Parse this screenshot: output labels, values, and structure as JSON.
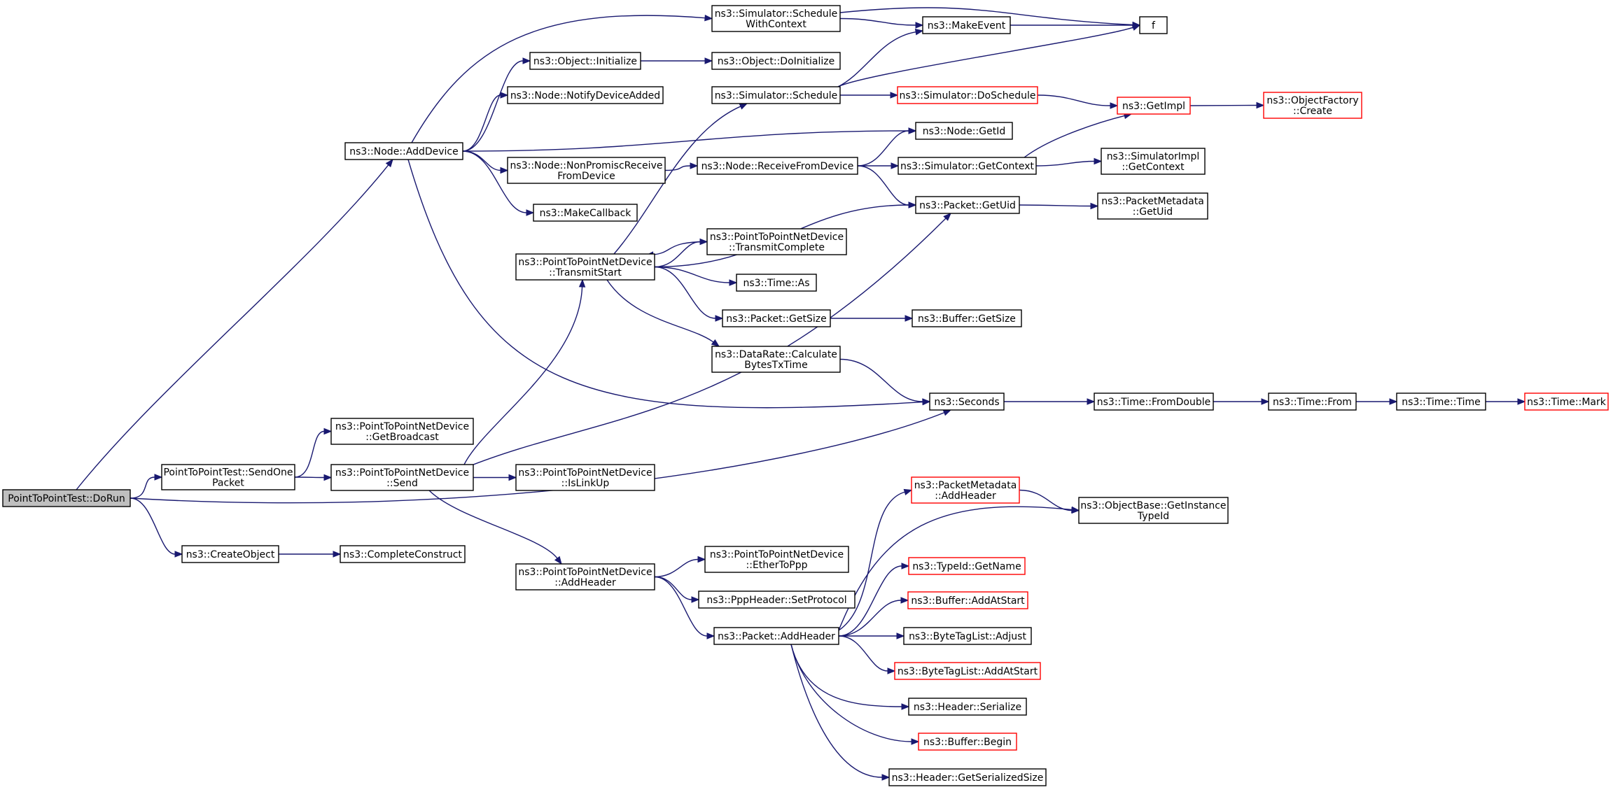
{
  "colors": {
    "edge": "#191970",
    "node_border": "#000000",
    "node_border_truncated": "#ff0000",
    "root_fill": "#bfbfbf",
    "background": "#ffffff"
  },
  "nodes": [
    {
      "id": "dorun",
      "lines": [
        "PointToPointTest::DoRun"
      ],
      "style": "root"
    },
    {
      "id": "adddevice",
      "lines": [
        "ns3::Node::AddDevice"
      ],
      "style": "normal"
    },
    {
      "id": "sendonepacket",
      "lines": [
        "PointToPointTest::SendOne",
        "Packet"
      ],
      "style": "normal"
    },
    {
      "id": "createobject",
      "lines": [
        "ns3::CreateObject"
      ],
      "style": "normal"
    },
    {
      "id": "seconds",
      "lines": [
        "ns3::Seconds"
      ],
      "style": "normal"
    },
    {
      "id": "schedwithctx",
      "lines": [
        "ns3::Simulator::Schedule",
        "WithContext"
      ],
      "style": "normal"
    },
    {
      "id": "objinit",
      "lines": [
        "ns3::Object::Initialize"
      ],
      "style": "normal"
    },
    {
      "id": "notifydeviceadded",
      "lines": [
        "ns3::Node::NotifyDeviceAdded"
      ],
      "style": "normal"
    },
    {
      "id": "nodegetid",
      "lines": [
        "ns3::Node::GetId"
      ],
      "style": "normal"
    },
    {
      "id": "nonpromisc",
      "lines": [
        "ns3::Node::NonPromiscReceive",
        "FromDevice"
      ],
      "style": "normal"
    },
    {
      "id": "makecallback",
      "lines": [
        "ns3::MakeCallback"
      ],
      "style": "normal"
    },
    {
      "id": "getbroadcast",
      "lines": [
        "ns3::PointToPointNetDevice",
        "::GetBroadcast"
      ],
      "style": "normal"
    },
    {
      "id": "p2psend",
      "lines": [
        "ns3::PointToPointNetDevice",
        "::Send"
      ],
      "style": "normal"
    },
    {
      "id": "completeconstruct",
      "lines": [
        "ns3::CompleteConstruct"
      ],
      "style": "normal"
    },
    {
      "id": "makeevent",
      "lines": [
        "ns3::MakeEvent"
      ],
      "style": "normal"
    },
    {
      "id": "f",
      "lines": [
        "f"
      ],
      "style": "normal"
    },
    {
      "id": "objdoinit",
      "lines": [
        "ns3::Object::DoInitialize"
      ],
      "style": "normal"
    },
    {
      "id": "receivefromdevice",
      "lines": [
        "ns3::Node::ReceiveFromDevice"
      ],
      "style": "normal"
    },
    {
      "id": "transmitstart",
      "lines": [
        "ns3::PointToPointNetDevice",
        "::TransmitStart"
      ],
      "style": "normal"
    },
    {
      "id": "packetgetuid",
      "lines": [
        "ns3::Packet::GetUid"
      ],
      "style": "normal"
    },
    {
      "id": "islinkup",
      "lines": [
        "ns3::PointToPointNetDevice",
        "::IsLinkUp"
      ],
      "style": "normal"
    },
    {
      "id": "p2paddheader",
      "lines": [
        "ns3::PointToPointNetDevice",
        "::AddHeader"
      ],
      "style": "normal"
    },
    {
      "id": "simschedule",
      "lines": [
        "ns3::Simulator::Schedule"
      ],
      "style": "normal"
    },
    {
      "id": "simgetcontext",
      "lines": [
        "ns3::Simulator::GetContext"
      ],
      "style": "normal"
    },
    {
      "id": "transmitcomplete",
      "lines": [
        "ns3::PointToPointNetDevice",
        "::TransmitComplete"
      ],
      "style": "normal"
    },
    {
      "id": "timeas",
      "lines": [
        "ns3::Time::As"
      ],
      "style": "normal"
    },
    {
      "id": "packetgetsize",
      "lines": [
        "ns3::Packet::GetSize"
      ],
      "style": "normal"
    },
    {
      "id": "calcbytestx",
      "lines": [
        "ns3::DataRate::Calculate",
        "BytesTxTime"
      ],
      "style": "normal"
    },
    {
      "id": "ethertoppp",
      "lines": [
        "ns3::PointToPointNetDevice",
        "::EtherToPpp"
      ],
      "style": "normal"
    },
    {
      "id": "setprotocol",
      "lines": [
        "ns3::PppHeader::SetProtocol"
      ],
      "style": "normal"
    },
    {
      "id": "packetaddheader",
      "lines": [
        "ns3::Packet::AddHeader"
      ],
      "style": "normal"
    },
    {
      "id": "doschedule",
      "lines": [
        "ns3::Simulator::DoSchedule"
      ],
      "style": "truncated"
    },
    {
      "id": "getimpl",
      "lines": [
        "ns3::GetImpl"
      ],
      "style": "truncated"
    },
    {
      "id": "objfactorycreate",
      "lines": [
        "ns3::ObjectFactory",
        "::Create"
      ],
      "style": "truncated"
    },
    {
      "id": "simimplgetcontext",
      "lines": [
        "ns3::SimulatorImpl",
        "::GetContext"
      ],
      "style": "normal"
    },
    {
      "id": "pmgetuid",
      "lines": [
        "ns3::PacketMetadata",
        "::GetUid"
      ],
      "style": "normal"
    },
    {
      "id": "buffergetsize",
      "lines": [
        "ns3::Buffer::GetSize"
      ],
      "style": "normal"
    },
    {
      "id": "fromdouble",
      "lines": [
        "ns3::Time::FromDouble"
      ],
      "style": "normal"
    },
    {
      "id": "timefrom",
      "lines": [
        "ns3::Time::From"
      ],
      "style": "normal"
    },
    {
      "id": "timetime",
      "lines": [
        "ns3::Time::Time"
      ],
      "style": "normal"
    },
    {
      "id": "timemark",
      "lines": [
        "ns3::Time::Mark"
      ],
      "style": "truncated"
    },
    {
      "id": "pmaddheader",
      "lines": [
        "ns3::PacketMetadata",
        "::AddHeader"
      ],
      "style": "truncated"
    },
    {
      "id": "getinstancetypeid",
      "lines": [
        "ns3::ObjectBase::GetInstance",
        "TypeId"
      ],
      "style": "normal"
    },
    {
      "id": "typeidgetname",
      "lines": [
        "ns3::TypeId::GetName"
      ],
      "style": "truncated"
    },
    {
      "id": "bufferaddatstart",
      "lines": [
        "ns3::Buffer::AddAtStart"
      ],
      "style": "truncated"
    },
    {
      "id": "btladjust",
      "lines": [
        "ns3::ByteTagList::Adjust"
      ],
      "style": "normal"
    },
    {
      "id": "btladdatstart",
      "lines": [
        "ns3::ByteTagList::AddAtStart"
      ],
      "style": "truncated"
    },
    {
      "id": "headerserialize",
      "lines": [
        "ns3::Header::Serialize"
      ],
      "style": "normal"
    },
    {
      "id": "bufferbegin",
      "lines": [
        "ns3::Buffer::Begin"
      ],
      "style": "truncated"
    },
    {
      "id": "headergetsersize",
      "lines": [
        "ns3::Header::GetSerializedSize"
      ],
      "style": "normal"
    }
  ],
  "edges": [
    [
      "dorun",
      "adddevice"
    ],
    [
      "dorun",
      "sendonepacket"
    ],
    [
      "dorun",
      "createobject"
    ],
    [
      "dorun",
      "seconds"
    ],
    [
      "adddevice",
      "schedwithctx"
    ],
    [
      "adddevice",
      "objinit"
    ],
    [
      "adddevice",
      "notifydeviceadded"
    ],
    [
      "adddevice",
      "nodegetid"
    ],
    [
      "adddevice",
      "nonpromisc"
    ],
    [
      "adddevice",
      "makecallback"
    ],
    [
      "adddevice",
      "seconds"
    ],
    [
      "sendonepacket",
      "getbroadcast"
    ],
    [
      "sendonepacket",
      "p2psend"
    ],
    [
      "createobject",
      "completeconstruct"
    ],
    [
      "schedwithctx",
      "makeevent"
    ],
    [
      "schedwithctx",
      "f"
    ],
    [
      "objinit",
      "objdoinit"
    ],
    [
      "nonpromisc",
      "receivefromdevice"
    ],
    [
      "p2psend",
      "transmitstart"
    ],
    [
      "p2psend",
      "packetgetuid"
    ],
    [
      "p2psend",
      "islinkup"
    ],
    [
      "p2psend",
      "p2paddheader"
    ],
    [
      "makeevent",
      "f"
    ],
    [
      "receivefromdevice",
      "nodegetid"
    ],
    [
      "receivefromdevice",
      "simgetcontext"
    ],
    [
      "receivefromdevice",
      "packetgetuid"
    ],
    [
      "transmitstart",
      "simschedule"
    ],
    [
      "transmitstart",
      "packetgetuid"
    ],
    [
      "transmitstart",
      "transmitcomplete"
    ],
    [
      "transmitstart",
      "timeas"
    ],
    [
      "transmitstart",
      "packetgetsize"
    ],
    [
      "transmitstart",
      "calcbytestx"
    ],
    [
      "transmitcomplete",
      "transmitstart"
    ],
    [
      "p2paddheader",
      "ethertoppp"
    ],
    [
      "p2paddheader",
      "setprotocol"
    ],
    [
      "p2paddheader",
      "packetaddheader"
    ],
    [
      "simschedule",
      "makeevent"
    ],
    [
      "simschedule",
      "f"
    ],
    [
      "simschedule",
      "doschedule"
    ],
    [
      "doschedule",
      "getimpl"
    ],
    [
      "getimpl",
      "objfactorycreate"
    ],
    [
      "simgetcontext",
      "getimpl"
    ],
    [
      "simgetcontext",
      "simimplgetcontext"
    ],
    [
      "packetgetuid",
      "pmgetuid"
    ],
    [
      "packetgetsize",
      "buffergetsize"
    ],
    [
      "calcbytestx",
      "seconds"
    ],
    [
      "seconds",
      "fromdouble"
    ],
    [
      "fromdouble",
      "timefrom"
    ],
    [
      "timefrom",
      "timetime"
    ],
    [
      "timetime",
      "timemark"
    ],
    [
      "packetaddheader",
      "pmaddheader"
    ],
    [
      "packetaddheader",
      "getinstancetypeid"
    ],
    [
      "packetaddheader",
      "typeidgetname"
    ],
    [
      "packetaddheader",
      "bufferaddatstart"
    ],
    [
      "packetaddheader",
      "btladjust"
    ],
    [
      "packetaddheader",
      "btladdatstart"
    ],
    [
      "packetaddheader",
      "headerserialize"
    ],
    [
      "packetaddheader",
      "bufferbegin"
    ],
    [
      "packetaddheader",
      "headergetsersize"
    ],
    [
      "pmaddheader",
      "getinstancetypeid"
    ]
  ]
}
